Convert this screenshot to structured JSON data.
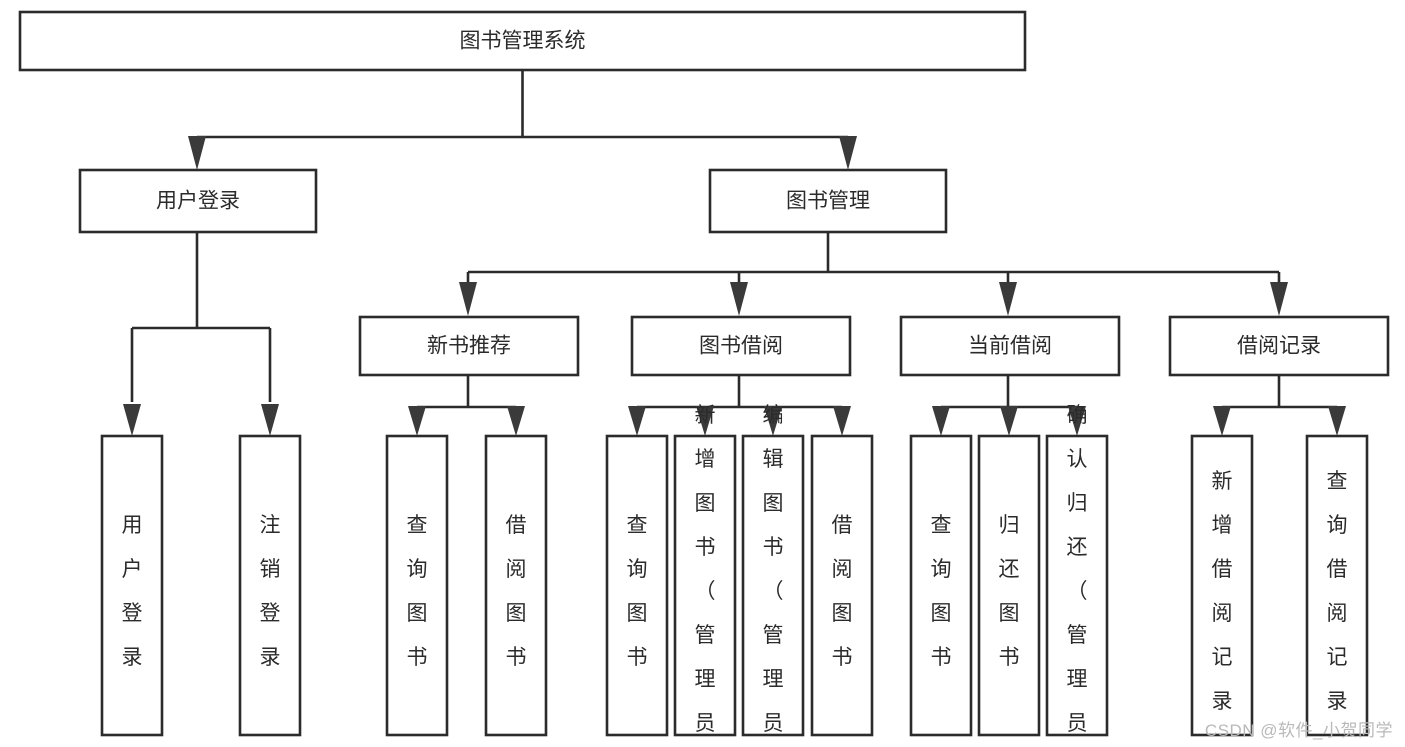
{
  "diagram": {
    "type": "tree-hierarchy",
    "title": "图书管理系统",
    "watermark": "CSDN @软件_小贺同学",
    "colors": {
      "background": "#ffffff",
      "box_stroke": "#2b2b2b",
      "box_fill": "#ffffff",
      "text": "#2b2b2b",
      "arrow": "#3a3a3a",
      "watermark": "#b9b9b9"
    },
    "levels": [
      {
        "level": 1,
        "nodes": [
          {
            "id": "root",
            "label": "图书管理系统",
            "orientation": "horizontal"
          }
        ]
      },
      {
        "level": 2,
        "nodes": [
          {
            "id": "user-login",
            "label": "用户登录",
            "orientation": "horizontal",
            "parent": "root"
          },
          {
            "id": "book-manage",
            "label": "图书管理",
            "orientation": "horizontal",
            "parent": "root"
          }
        ]
      },
      {
        "level": 3,
        "nodes": [
          {
            "id": "new-book-recommend",
            "label": "新书推荐",
            "orientation": "horizontal",
            "parent": "book-manage"
          },
          {
            "id": "book-borrow",
            "label": "图书借阅",
            "orientation": "horizontal",
            "parent": "book-manage"
          },
          {
            "id": "current-borrow",
            "label": "当前借阅",
            "orientation": "horizontal",
            "parent": "book-manage"
          },
          {
            "id": "borrow-record",
            "label": "借阅记录",
            "orientation": "horizontal",
            "parent": "book-manage"
          }
        ]
      },
      {
        "level": 4,
        "nodes": [
          {
            "id": "leaf-user-login",
            "label": "用户登录",
            "orientation": "vertical",
            "parent": "user-login"
          },
          {
            "id": "leaf-logout",
            "label": "注销登录",
            "orientation": "vertical",
            "parent": "user-login"
          },
          {
            "id": "leaf-query-book-1",
            "label": "查询图书",
            "orientation": "vertical",
            "parent": "new-book-recommend"
          },
          {
            "id": "leaf-borrow-book-1",
            "label": "借阅图书",
            "orientation": "vertical",
            "parent": "new-book-recommend"
          },
          {
            "id": "leaf-query-book-2",
            "label": "查询图书",
            "orientation": "vertical",
            "parent": "book-borrow"
          },
          {
            "id": "leaf-add-book",
            "label": "新增图书（管理员）",
            "orientation": "vertical",
            "parent": "book-borrow"
          },
          {
            "id": "leaf-edit-book",
            "label": "编辑图书（管理员）",
            "orientation": "vertical",
            "parent": "book-borrow"
          },
          {
            "id": "leaf-borrow-book-2",
            "label": "借阅图书",
            "orientation": "vertical",
            "parent": "book-borrow"
          },
          {
            "id": "leaf-query-book-3",
            "label": "查询图书",
            "orientation": "vertical",
            "parent": "current-borrow"
          },
          {
            "id": "leaf-return-book",
            "label": "归还图书",
            "orientation": "vertical",
            "parent": "current-borrow"
          },
          {
            "id": "leaf-confirm-return",
            "label": "确认归还（管理员）",
            "orientation": "vertical",
            "parent": "current-borrow"
          },
          {
            "id": "leaf-add-record",
            "label": "新增借阅记录",
            "orientation": "vertical",
            "parent": "borrow-record"
          },
          {
            "id": "leaf-query-record",
            "label": "查询借阅记录",
            "orientation": "vertical",
            "parent": "borrow-record"
          }
        ]
      }
    ]
  }
}
